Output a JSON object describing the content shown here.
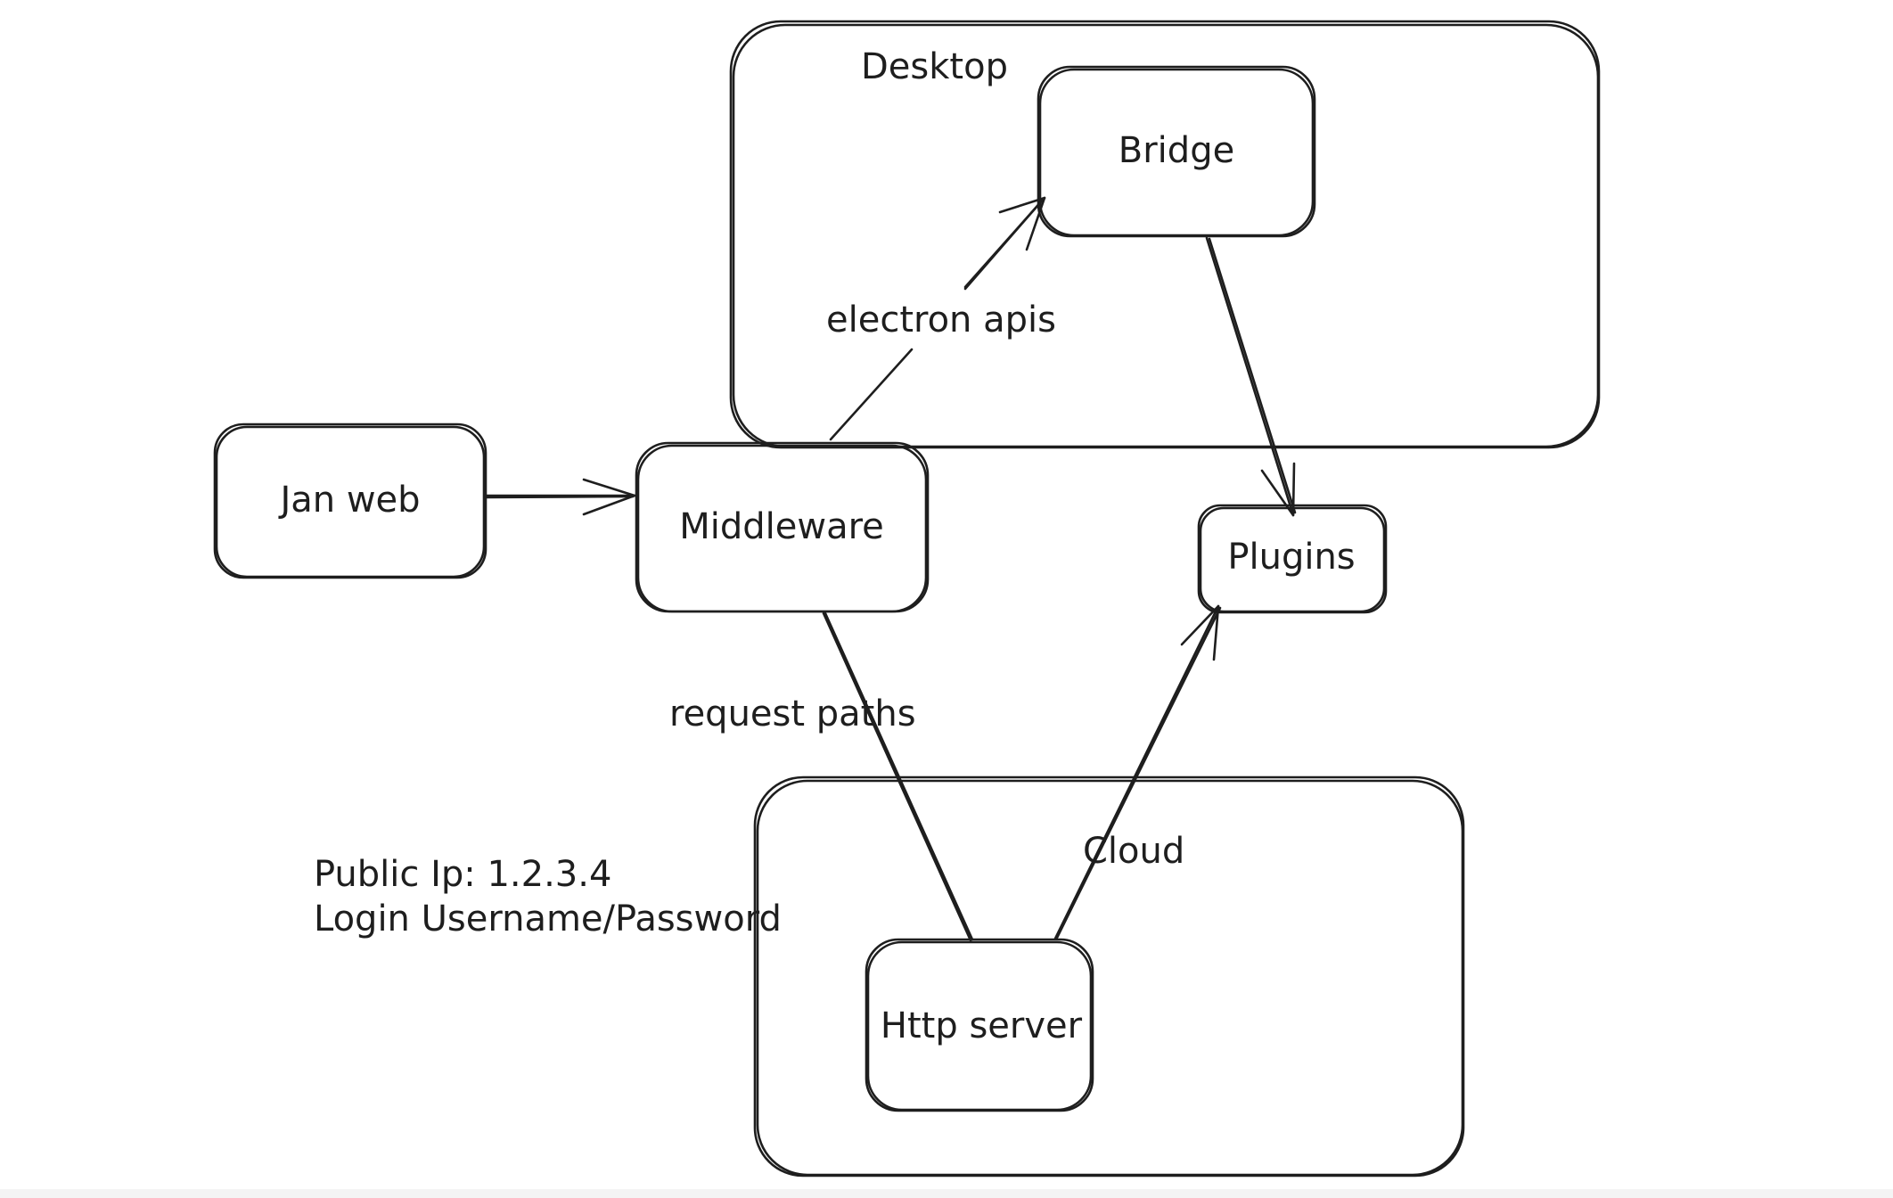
{
  "diagram": {
    "containers": {
      "desktop": {
        "label": "Desktop"
      },
      "cloud": {
        "label": "Cloud"
      }
    },
    "nodes": {
      "jan_web": {
        "label": "Jan web"
      },
      "middleware": {
        "label": "Middleware"
      },
      "bridge": {
        "label": "Bridge"
      },
      "plugins": {
        "label": "Plugins"
      },
      "http_server": {
        "label": "Http server"
      }
    },
    "edges": {
      "electron_apis": {
        "label": "electron apis"
      },
      "request_paths": {
        "label": "request paths"
      }
    },
    "notes": {
      "public_ip": "Public Ip: 1.2.3.4",
      "login": "Login Username/Password"
    },
    "colors": {
      "stroke": "#1e1e1e",
      "background": "#ffffff"
    }
  }
}
